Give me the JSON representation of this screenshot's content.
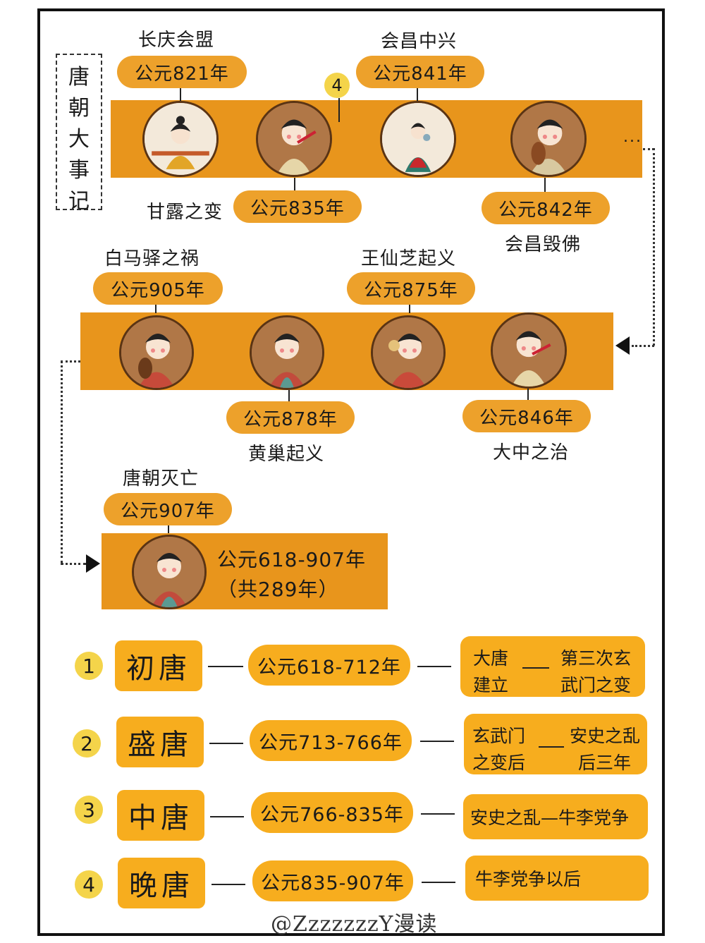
{
  "title_chars": [
    "唐",
    "朝",
    "大",
    "事",
    "记"
  ],
  "row1": {
    "top_events": [
      {
        "name": "长庆会盟",
        "year": "公元821年"
      },
      {
        "name": "会昌中兴",
        "year": "公元841年"
      }
    ],
    "bottom_events": [
      {
        "name": "甘露之变",
        "year": "公元835年"
      },
      {
        "name": "会昌毁佛",
        "year": "公元842年"
      }
    ],
    "marker": "4",
    "ellipsis": "..."
  },
  "row2": {
    "top_events": [
      {
        "name": "白马驿之祸",
        "year": "公元905年"
      },
      {
        "name": "王仙芝起义",
        "year": "公元875年"
      }
    ],
    "bottom_events": [
      {
        "name": "黄巢起义",
        "year": "公元878年"
      },
      {
        "name": "大中之治",
        "year": "公元846年"
      }
    ]
  },
  "row3": {
    "event": {
      "name": "唐朝灭亡",
      "year": "公元907年"
    },
    "span_line1": "公元618-907年",
    "span_line2": "（共289年）"
  },
  "periods": [
    {
      "num": "1",
      "name": "初唐",
      "range": "公元618-712年",
      "from": [
        "大唐",
        "建立"
      ],
      "to": [
        "第三次玄",
        "武门之变"
      ]
    },
    {
      "num": "2",
      "name": "盛唐",
      "range": "公元713-766年",
      "from": [
        "玄武门",
        "之变后"
      ],
      "to": [
        "安史之乱",
        "后三年"
      ]
    },
    {
      "num": "3",
      "name": "中唐",
      "range": "公元766-835年",
      "text": "安史之乱—牛李党争"
    },
    {
      "num": "4",
      "name": "晚唐",
      "range": "公元835-907年",
      "text": "牛李党争以后"
    }
  ],
  "watermark": "@ZzzzzzzY漫读",
  "colors": {
    "band": "#e8951c",
    "pill": "#eda12b",
    "stage": "#f7ad1e",
    "number_badge": "#f4d44a"
  }
}
